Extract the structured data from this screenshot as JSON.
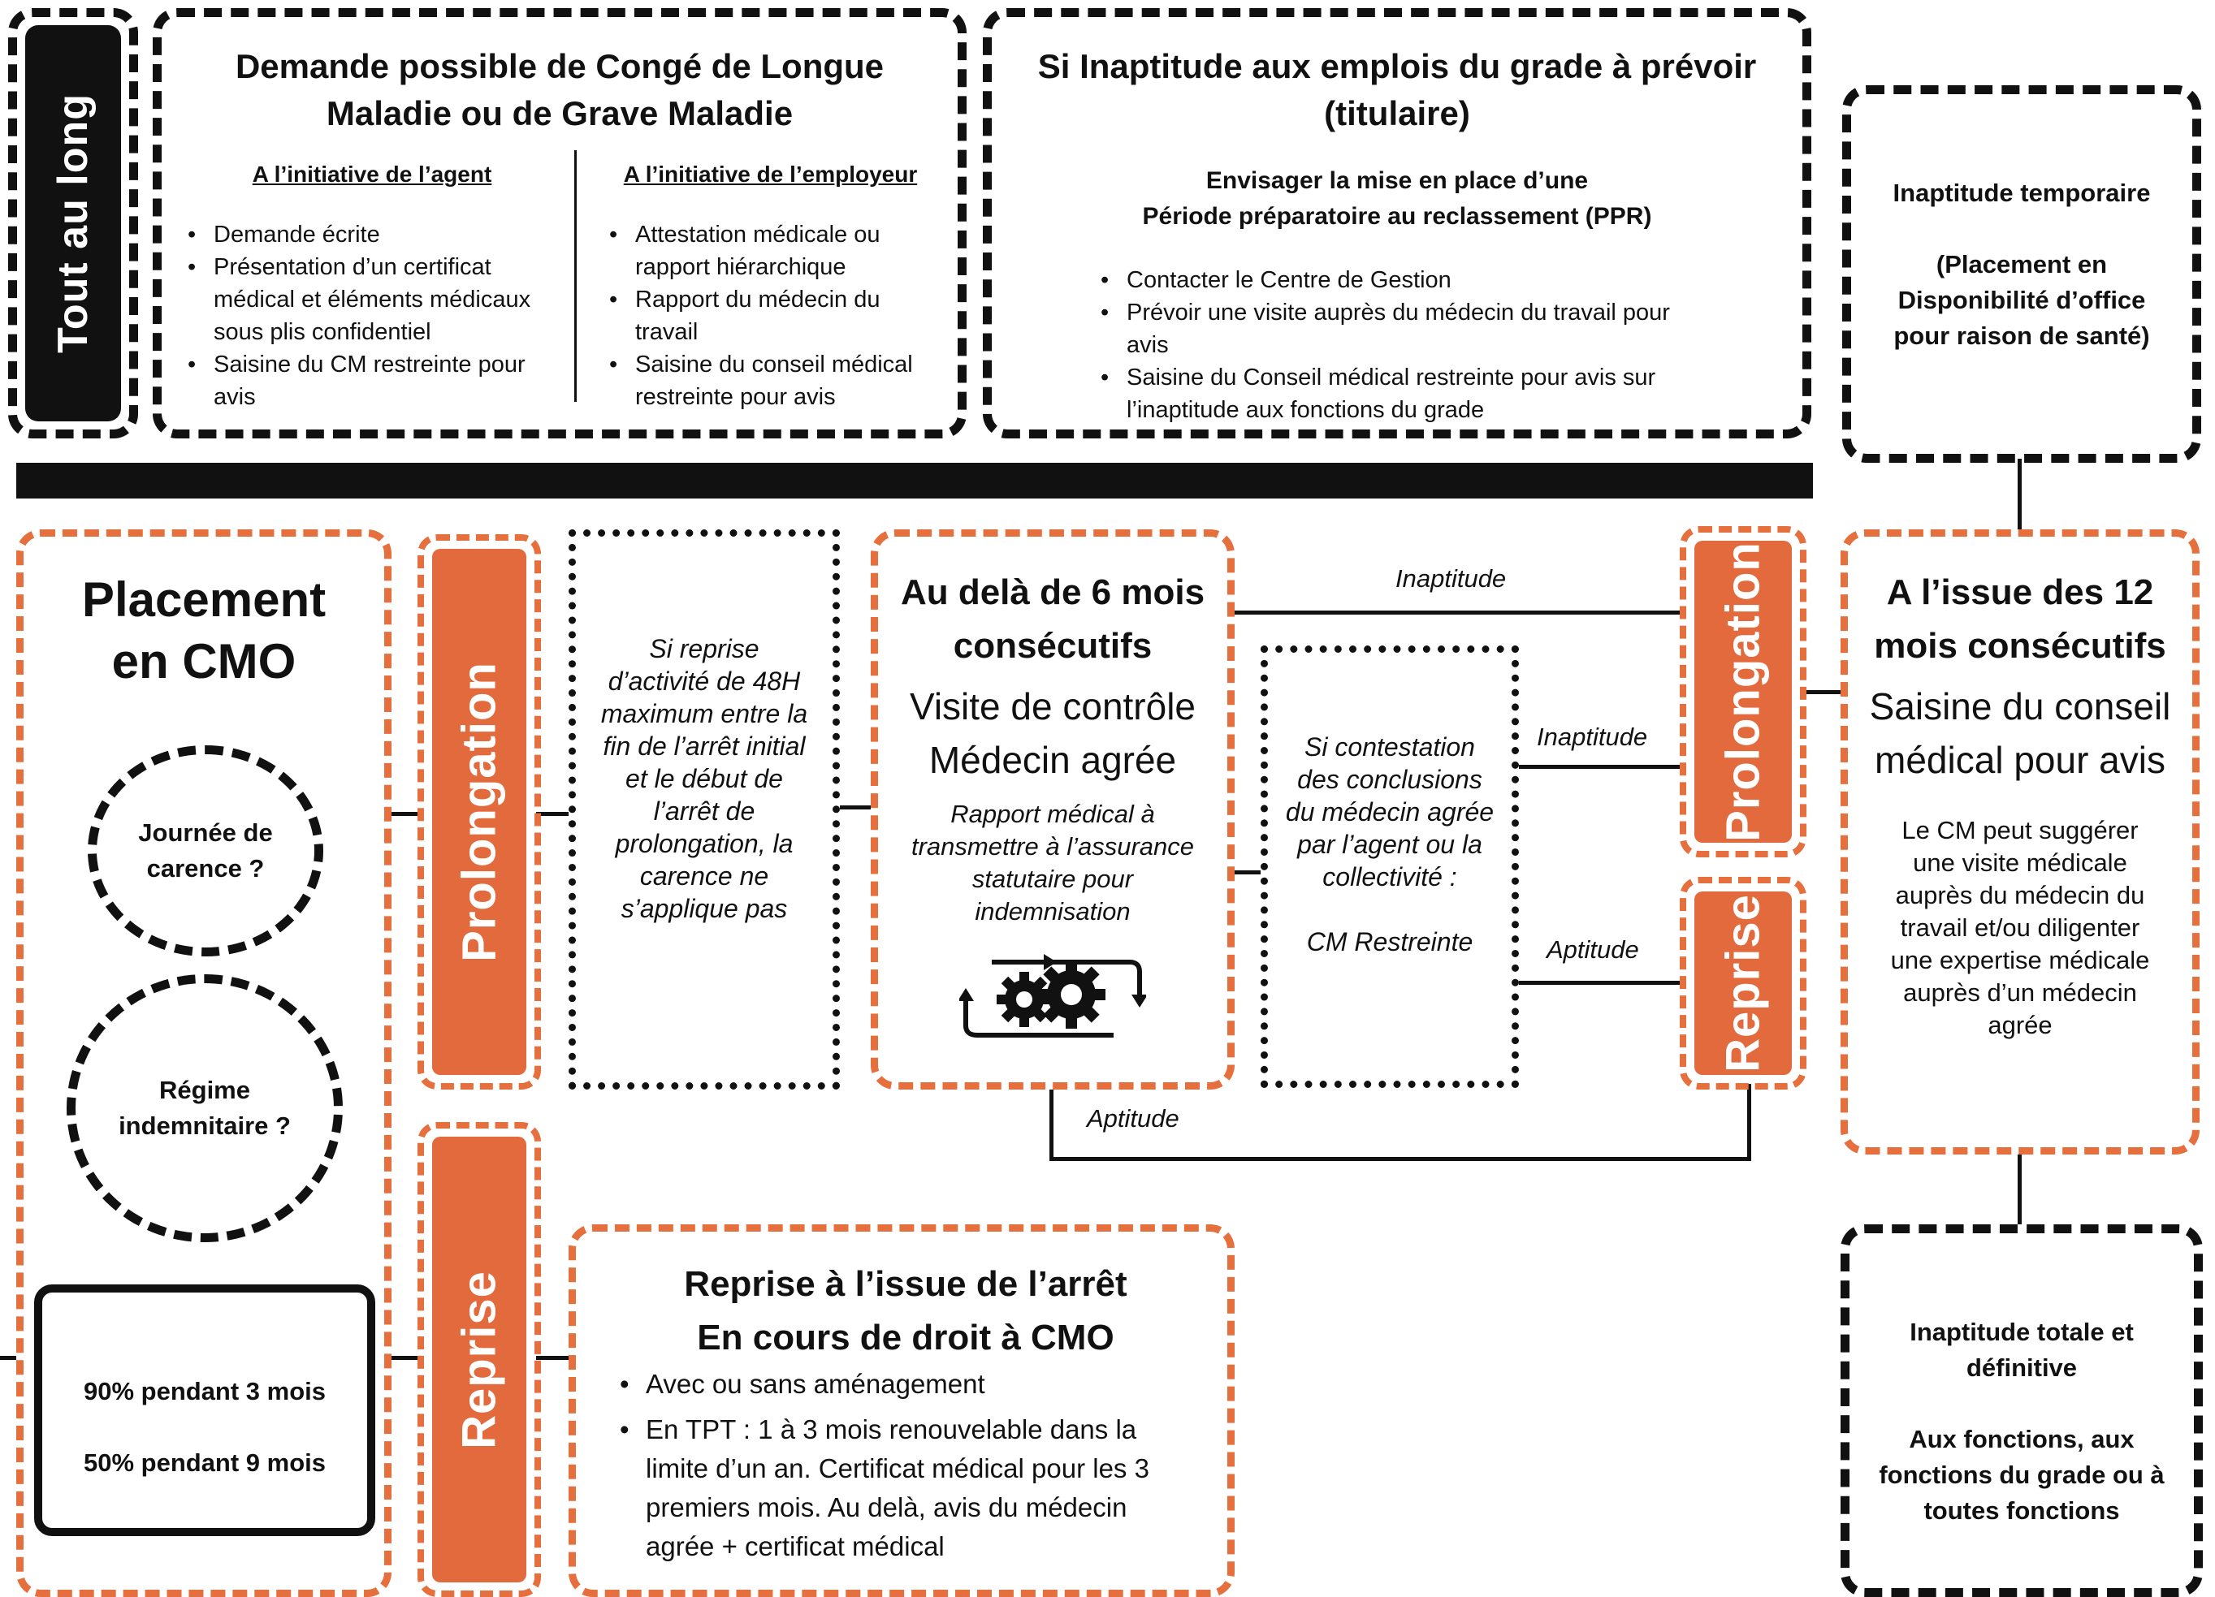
{
  "tout_au_long": "Tout au long",
  "conge_box": {
    "title_line1": "Demande possible de Congé de Longue",
    "title_line2": "Maladie ou de Grave Maladie",
    "left_heading": "A l’initiative de l’agent",
    "left_items": [
      "Demande écrite",
      "Présentation d’un certificat médical et éléments médicaux sous plis confidentiel",
      "Saisine du CM restreinte pour avis"
    ],
    "right_heading": "A l’initiative de l’employeur",
    "right_items": [
      "Attestation médicale ou rapport hiérarchique",
      "Rapport du médecin du travail",
      "Saisine du conseil médical restreinte pour avis"
    ]
  },
  "inaptitude_grade_box": {
    "title_line1": "Si Inaptitude aux emplois du grade à prévoir",
    "title_line2": "(titulaire)",
    "sub_line1": "Envisager la mise en place d’une",
    "sub_line2": "Période préparatoire au reclassement (PPR)",
    "items": [
      "Contacter le Centre de Gestion",
      "Prévoir une visite auprès du médecin du travail pour avis",
      "Saisine du Conseil médical restreinte pour avis sur l’inaptitude aux fonctions du grade"
    ]
  },
  "inaptitude_temporaire_box": {
    "line1": "Inaptitude temporaire",
    "line2": "(Placement en",
    "line3": "Disponibilité d’office",
    "line4": "pour raison de santé)"
  },
  "placement_box": {
    "title_line1": "Placement",
    "title_line2": "en CMO",
    "circle1_line1": "Journée de",
    "circle1_line2": "carence ?",
    "circle2_line1": "Régime",
    "circle2_line2": "indemnitaire ?",
    "pay_line1": "90% pendant 3 mois",
    "pay_line2": "50% pendant 9 mois"
  },
  "tabs": {
    "prolongation": "Prolongation",
    "reprise": "Reprise"
  },
  "reprise_48h_text": "Si reprise d’activité de 48H maximum entre la fin de l’arrêt initial et le début de l’arrêt de prolongation, la carence ne s’applique pas",
  "six_mois_box": {
    "title_line1": "Au delà de 6 mois",
    "title_line2": "consécutifs",
    "sub_line1": "Visite de contrôle",
    "sub_line2": "Médecin agrée",
    "note": "Rapport médical à transmettre à l’assurance statutaire pour indemnisation"
  },
  "contestation_box": {
    "text": "Si contestation des conclusions du médecin agrée par l’agent ou la collectivité :",
    "cm": "CM Restreinte"
  },
  "edge_labels": {
    "inaptitude_top": "Inaptitude",
    "inaptitude_mid": "Inaptitude",
    "aptitude_mid": "Aptitude",
    "aptitude_bottom": "Aptitude"
  },
  "douze_mois_box": {
    "title_line1": "A l’issue des 12",
    "title_line2": "mois consécutifs",
    "sub_line1": "Saisine du conseil",
    "sub_line2": "médical pour avis",
    "note": "Le CM peut suggérer une visite médicale auprès du médecin du travail et/ou diligenter une expertise médicale auprès d’un médecin agrée"
  },
  "reprise_arret_box": {
    "title_line1": "Reprise à l’issue de l’arrêt",
    "title_line2": "En cours de droit à CMO",
    "items": [
      "Avec ou sans aménagement",
      "En TPT : 1 à 3 mois renouvelable dans la limite d’un an. Certificat médical pour les 3 premiers mois. Au delà, avis du médecin agrée + certificat médical"
    ]
  },
  "inaptitude_totale_box": {
    "line1": "Inaptitude totale et",
    "line2": "définitive",
    "line3": "Aux fonctions, aux",
    "line4": "fonctions du grade ou à",
    "line5": "toutes fonctions"
  },
  "colors": {
    "orange_border": "#e66f3e",
    "orange_fill": "#e26a3c",
    "black": "#111111"
  },
  "icons": [
    "gears-cycle-icon"
  ]
}
